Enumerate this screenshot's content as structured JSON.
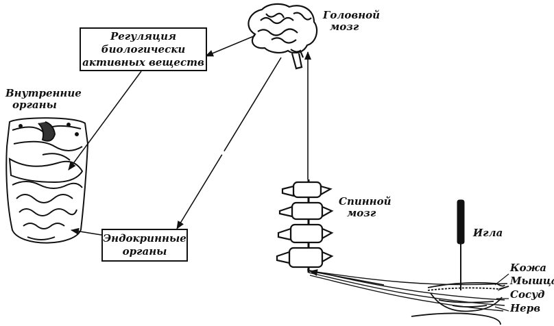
{
  "labels": {
    "brain": [
      "Головной",
      "мозг"
    ],
    "regulation": [
      "Регуляция",
      "биологически",
      "активных веществ"
    ],
    "internal_organs": [
      "Внутренние",
      "органы"
    ],
    "endocrine": [
      "Эндокринные",
      "органы"
    ],
    "spinal_cord": [
      "Спинной",
      "мозг"
    ],
    "needle": "Игла",
    "skin": "Кожа",
    "muscle": "Мышца",
    "vessel": "Сосуд",
    "nerve": "Нерв"
  },
  "colors": {
    "ink": "#111111",
    "paper": "#ffffff"
  }
}
